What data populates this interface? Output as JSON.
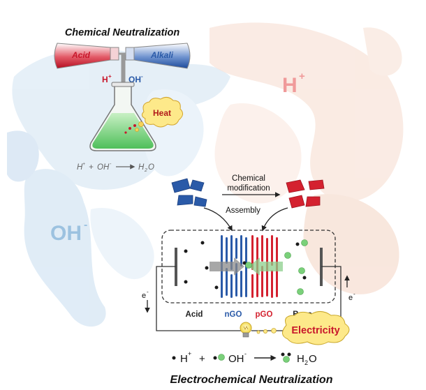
{
  "chemical": {
    "title": "Chemical Neutralization",
    "acid_label": "Acid",
    "alkali_label": "Alkali",
    "h_ion": "H",
    "h_charge": "+",
    "oh_ion": "OH",
    "oh_charge": "-",
    "heat_label": "Heat",
    "equation": {
      "h": "H",
      "h_sup": "+",
      "plus": "+",
      "oh": "OH",
      "oh_sup": "-",
      "arrow": "⟶",
      "water": "H",
      "water_sub": "2",
      "water_o": "O"
    }
  },
  "background": {
    "h_big": "H",
    "h_big_sup": "+",
    "oh_big": "OH",
    "oh_big_sup": "-"
  },
  "modification": {
    "line1": "Chemical",
    "line2": "modification",
    "assembly": "Assembly"
  },
  "cell": {
    "acid": "Acid",
    "ngo": "nGO",
    "pgo": "pGO",
    "base": "Base",
    "electron_left": "e",
    "electron_left_sup": "-",
    "electron_right": "e",
    "electron_right_sup": "-",
    "electricity": "Electricity"
  },
  "bottom_equation": {
    "h": "H",
    "h_sup": "+",
    "plus": "+",
    "oh": "OH",
    "oh_sup": "-",
    "water": "H",
    "water_sub": "2",
    "water_o": "O"
  },
  "footer_title": "Electrochemical Neutralization",
  "colors": {
    "acid_red": "#c8172b",
    "alkali_blue": "#2a5aa8",
    "ngo_blue": "#2a5aa8",
    "pgo_red": "#d4212f",
    "heat_fill": "#fde98a",
    "heat_text": "#b11a1a",
    "green": "#7ad07a",
    "splash_blue": "#b7d3ea",
    "splash_pink": "#f3cdb9",
    "h_pink": "#f09a9a",
    "oh_blue": "#9cc2e0"
  }
}
